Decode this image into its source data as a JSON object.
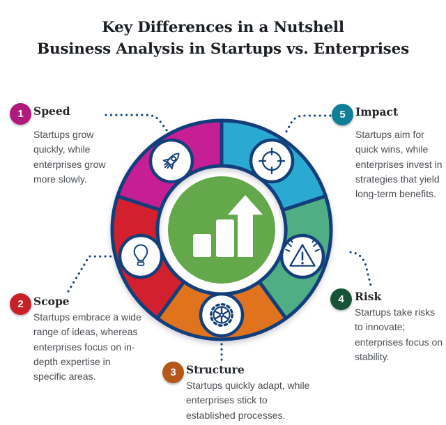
{
  "title": {
    "line1": "Key Differences in a Nutshell",
    "line2": "Business Analysis in Startups vs. Enterprises"
  },
  "items": [
    {
      "number": "1",
      "label": "Speed",
      "description": "Startups grow quickly, while enterprises grow more slowly.",
      "badge_color": "#b01a7e",
      "segment_color": "#c61e94",
      "icon": "rocket-icon"
    },
    {
      "number": "2",
      "label": "Scope",
      "description": "Startups embrace a wide range of ideas, whereas enterprises focus on in-depth expertise in specific areas.",
      "badge_color": "#c92129",
      "segment_color": "#d2202e",
      "icon": "lightbulb-icon"
    },
    {
      "number": "3",
      "label": "Structure",
      "description": "Startups quickly adapt, while enterprises stick to established processes.",
      "badge_color": "#b6571a",
      "segment_color": "#e0741e",
      "icon": "gear-icon"
    },
    {
      "number": "4",
      "label": "Risk",
      "description": "Startups take risks to innovate; enterprises focus on stability.",
      "badge_color": "#175437",
      "segment_color": "#4fae83",
      "icon": "warning-triangle-icon"
    },
    {
      "number": "5",
      "label": "Impact",
      "description": "Startups aim for quick wins, while enterprises invest in strategies that yield long-term benefits.",
      "badge_color": "#0e7f96",
      "segment_color": "#2aa9d2",
      "icon": "target-icon"
    }
  ],
  "center_icon": "growth-bars-arrow",
  "colors": {
    "outline_navy": "#123f7c",
    "center_green": "#63a84a",
    "background": "#ffffff",
    "title_text": "#1c2024",
    "body_text": "#4a4e53"
  }
}
